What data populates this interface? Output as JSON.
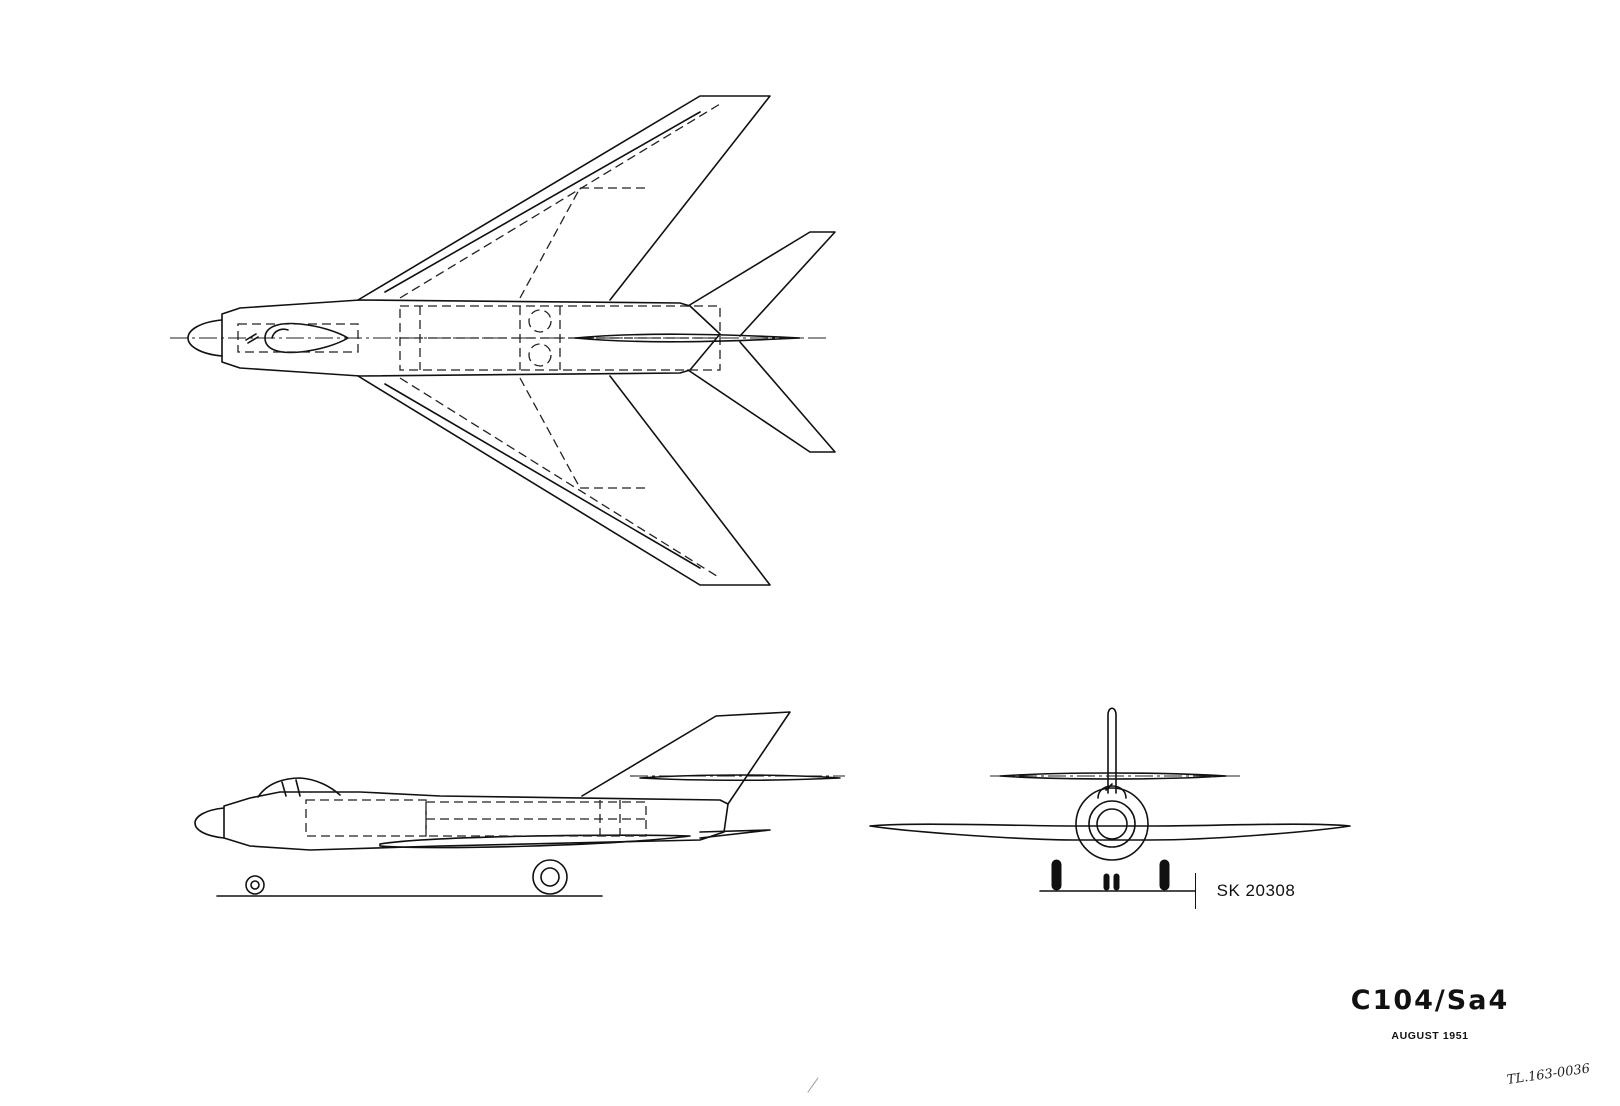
{
  "drawing": {
    "views": [
      "plan-view",
      "side-elevation",
      "front-elevation"
    ],
    "sheet_number": "SK 20308",
    "model_designation": "C104/Sa4",
    "date": "AUGUST 1951",
    "archive_reference": "TL.163-0036"
  }
}
